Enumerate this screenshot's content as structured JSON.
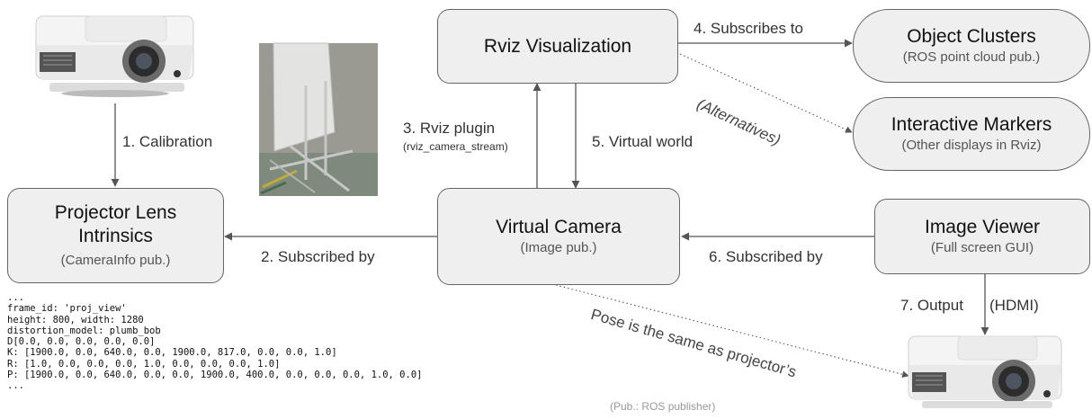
{
  "nodes": {
    "rviz": {
      "title": "Rviz Visualization"
    },
    "clusters": {
      "title": "Object Clusters",
      "subtitle": "(ROS point cloud pub.)"
    },
    "markers": {
      "title": "Interactive Markers",
      "subtitle": "(Other displays in Rviz)"
    },
    "intrinsics": {
      "title_line1": "Projector Lens",
      "title_line2": "Intrinsics",
      "subtitle": "(CameraInfo pub.)"
    },
    "camera": {
      "title": "Virtual Camera",
      "subtitle": "(Image pub.)"
    },
    "viewer": {
      "title": "Image Viewer",
      "subtitle": "(Full screen GUI)"
    }
  },
  "edges": {
    "calibration": "1. Calibration",
    "subscribed_by_2": "2. Subscribed by",
    "rviz_plugin": "3. Rviz plugin",
    "rviz_plugin_sub": "(rviz_camera_stream)",
    "subscribes_to": "4. Subscribes to",
    "virtual_world": "5. Virtual world",
    "subscribed_by_6": "6. Subscribed by",
    "output": "7. Output",
    "hdmi": "(HDMI)",
    "alternatives": "(Alternatives)",
    "pose": "Pose is the same as projector’s"
  },
  "footnote": "(Pub.: ROS publisher)",
  "camera_info": [
    "...",
    "frame_id: 'proj_view'",
    "height: 800, width: 1280",
    "distortion_model: plumb_bob",
    "D[0.0, 0.0, 0.0, 0.0, 0.0]",
    "K: [1900.0, 0.0, 640.0, 0.0, 1900.0, 817.0, 0.0, 0.0, 1.0]",
    "R: [1.0, 0.0, 0.0, 0.0, 1.0, 0.0, 0.0, 0.0, 1.0]",
    "P: [1900.0, 0.0, 640.0, 0.0, 0.0, 1900.0, 400.0, 0.0, 0.0, 0.0, 1.0, 0.0]",
    "..."
  ],
  "images": {
    "projector_top": "projector-image",
    "projection_board": "projection-board-photo",
    "projector_bottom": "projector-image"
  },
  "colors": {
    "node_fill": "#efefef",
    "node_border": "#666666",
    "arrow": "#555555"
  }
}
